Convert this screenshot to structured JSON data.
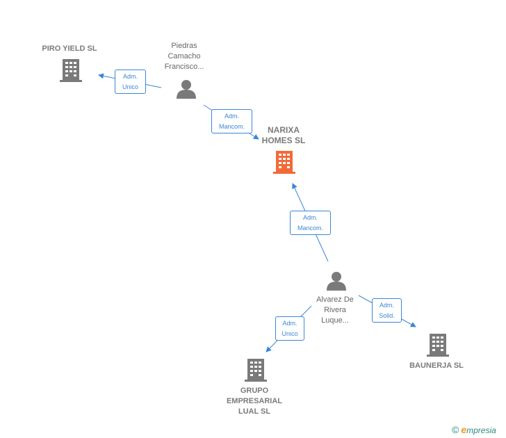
{
  "colors": {
    "edge": "#3a86d6",
    "company": "#7a7a7a",
    "main_company": "#f26a37",
    "person": "#7a7a7a"
  },
  "nodes": {
    "piro": {
      "label": "PIRO YIELD  SL",
      "icon": "building-icon"
    },
    "piedras": {
      "label": "Piedras\nCamacho\nFrancisco...",
      "icon": "person-icon"
    },
    "narixa": {
      "label": "NARIXA\nHOMES  SL",
      "icon": "building-icon"
    },
    "alvarez": {
      "label": "Alvarez De\nRivera\nLuque...",
      "icon": "person-icon"
    },
    "baunerja": {
      "label": "BAUNERJA SL",
      "icon": "building-icon"
    },
    "grupo": {
      "label": "GRUPO\nEMPRESARIAL\nLUAL  SL",
      "icon": "building-icon"
    }
  },
  "edges": {
    "piedras_piro": "Adm.\nUnico",
    "piedras_narixa": "Adm.\nMancom.",
    "alvarez_narixa": "Adm.\nMancom.",
    "alvarez_baunerja": "Adm.\nSolid.",
    "alvarez_grupo": "Adm.\nUnico"
  },
  "brand": {
    "copyright": "©",
    "initial": "e",
    "name": "mpresia"
  }
}
